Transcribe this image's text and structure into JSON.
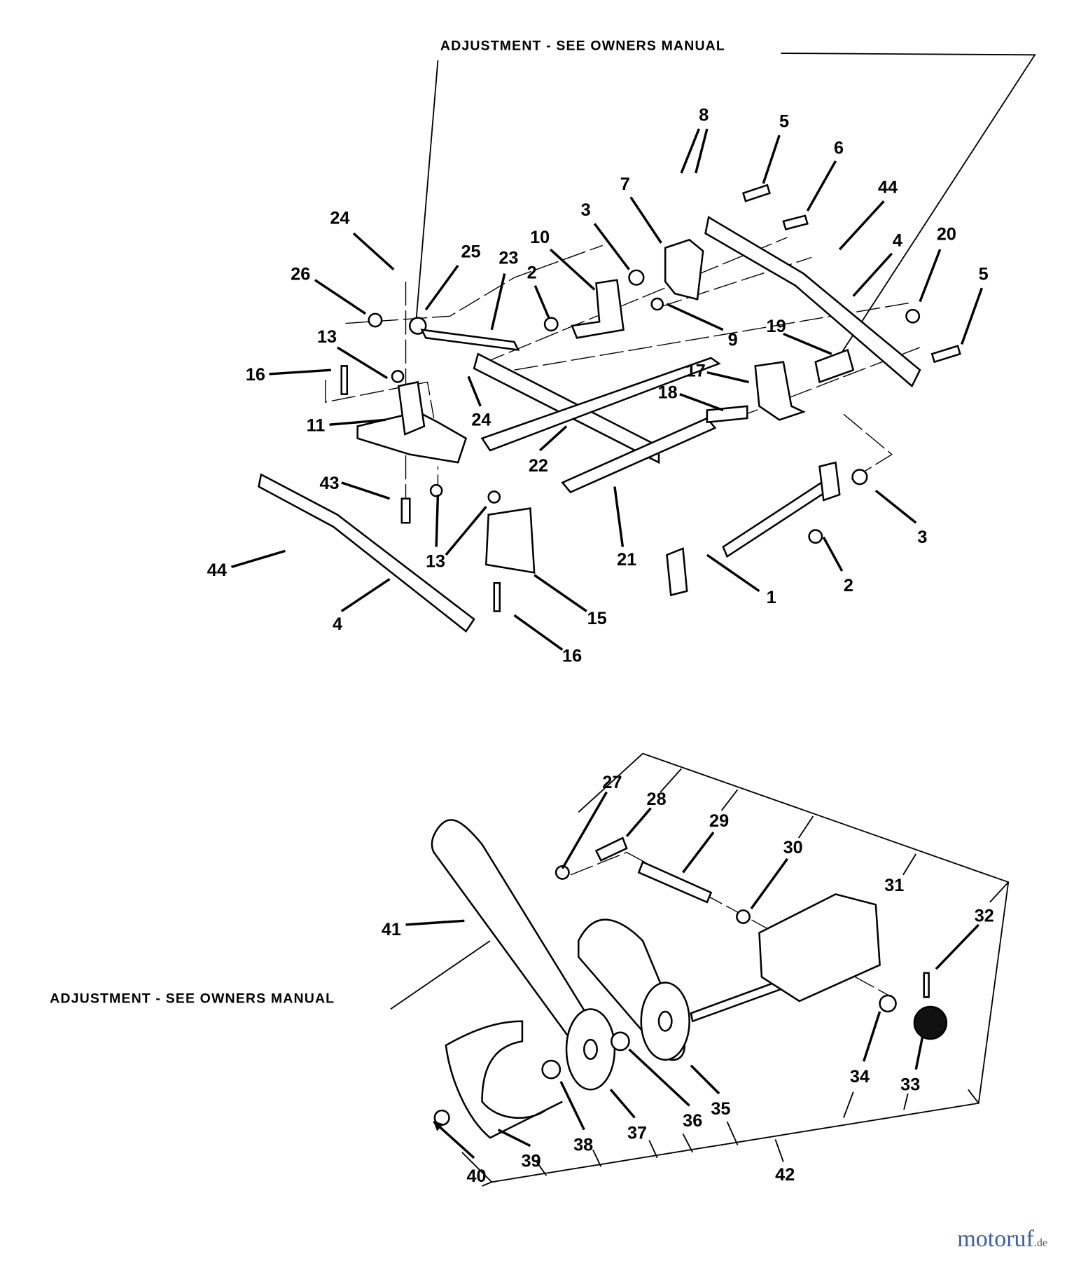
{
  "notes": {
    "top": "ADJUSTMENT - SEE OWNERS MANUAL",
    "bottom": "ADJUSTMENT - SEE OWNERS MANUAL"
  },
  "labels": {
    "p1": "1",
    "p2a": "2",
    "p2b": "2",
    "p3a": "3",
    "p3b": "3",
    "p4a": "4",
    "p4b": "4",
    "p5a": "5",
    "p5b": "5",
    "p6": "6",
    "p7": "7",
    "p8": "8",
    "p9": "9",
    "p10": "10",
    "p11": "11",
    "p13a": "13",
    "p13b": "13",
    "p15": "15",
    "p16a": "16",
    "p16b": "16",
    "p17": "17",
    "p18": "18",
    "p19": "19",
    "p20": "20",
    "p21": "21",
    "p22": "22",
    "p23": "23",
    "p24a": "24",
    "p24b": "24",
    "p25": "25",
    "p26": "26",
    "p27": "27",
    "p28": "28",
    "p29": "29",
    "p30": "30",
    "p31": "31",
    "p32": "32",
    "p33": "33",
    "p34": "34",
    "p35": "35",
    "p36": "36",
    "p37": "37",
    "p38": "38",
    "p39": "39",
    "p40": "40",
    "p41": "41",
    "p42": "42",
    "p43": "43",
    "p44a": "44",
    "p44b": "44"
  },
  "watermark": {
    "brand": "motoruf",
    "suffix": ".de"
  }
}
